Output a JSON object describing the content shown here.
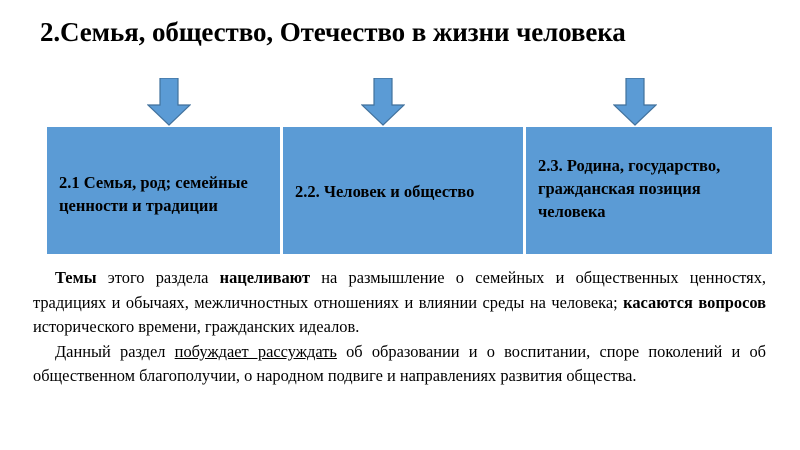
{
  "slide": {
    "title": "2.Семья, общество, Отечество в жизни человека",
    "accent_color": "#5B9BD5",
    "arrow_fill": "#5B9BD5",
    "arrow_stroke": "#41719C",
    "boxes": [
      {
        "label": "2.1 Семья, род; семейные ценности и традиции"
      },
      {
        "label": "2.2. Человек и общество"
      },
      {
        "label": "2.3. Родина, государство, гражданская позиция человека"
      }
    ],
    "arrows": [
      {
        "name": "arrow-to-box-1"
      },
      {
        "name": "arrow-to-box-2"
      },
      {
        "name": "arrow-to-box-3"
      }
    ],
    "paragraphs": {
      "p1": {
        "s1_bold": "Темы",
        "s2": " этого раздела ",
        "s3_bold": "нацеливают",
        "s4": " на размышление о семейных и общественных ценностях, традициях и обычаях, межличностных отношениях и влиянии среды на человека; ",
        "s5_bold": "касаются вопросов",
        "s6": " исторического времени, гражданских идеалов."
      },
      "p2": {
        "s1": "Данный раздел ",
        "s2_underline": "побуждает рассуждать",
        "s3": " об образовании и о воспитании, споре поколений и об общественном благополучии, о народном подвиге и направлениях развития общества."
      }
    }
  }
}
